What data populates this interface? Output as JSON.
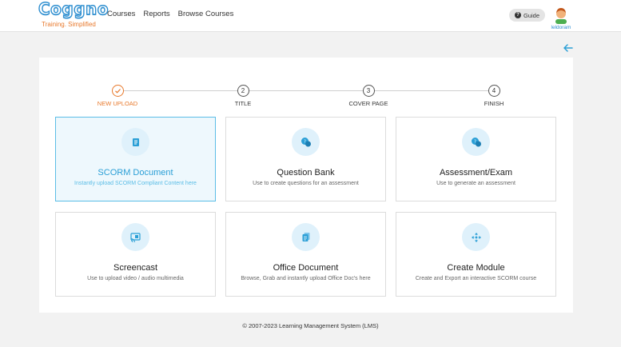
{
  "header": {
    "logo_text": "Coggno",
    "logo_tagline": "Training. Simplified",
    "nav": [
      "Courses",
      "Reports",
      "Browse Courses"
    ],
    "guide_label": "Guide",
    "user_name": "leldoram"
  },
  "steps": [
    {
      "number": "✓",
      "label": "NEW UPLOAD",
      "state": "done"
    },
    {
      "number": "2",
      "label": "TITLE",
      "state": "pending"
    },
    {
      "number": "3",
      "label": "COVER PAGE",
      "state": "pending"
    },
    {
      "number": "4",
      "label": "FINISH",
      "state": "pending"
    }
  ],
  "cards": [
    {
      "title": "SCORM Document",
      "desc": "Instantly upload SCORM Compliant Content here",
      "icon": "document-icon",
      "selected": true
    },
    {
      "title": "Question Bank",
      "desc": "Use to create questions for an assessment",
      "icon": "chat-bubbles-icon",
      "selected": false
    },
    {
      "title": "Assessment/Exam",
      "desc": "Use to generate an assessment",
      "icon": "chat-bubbles-icon",
      "selected": false
    },
    {
      "title": "Screencast",
      "desc": "Use to upload video / audio multimedia",
      "icon": "cast-icon",
      "selected": false
    },
    {
      "title": "Office Document",
      "desc": "Browse, Grab and instantly upload Office Doc's here",
      "icon": "files-icon",
      "selected": false
    },
    {
      "title": "Create Module",
      "desc": "Create and Export an interactive SCORM course",
      "icon": "move-arrows-icon",
      "selected": false
    }
  ],
  "colors": {
    "accent": "#2b9fd6",
    "orange": "#e8792c",
    "icon_bg": "#dff1fb"
  },
  "footer": "© 2007-2023 Learning Management System (LMS)"
}
